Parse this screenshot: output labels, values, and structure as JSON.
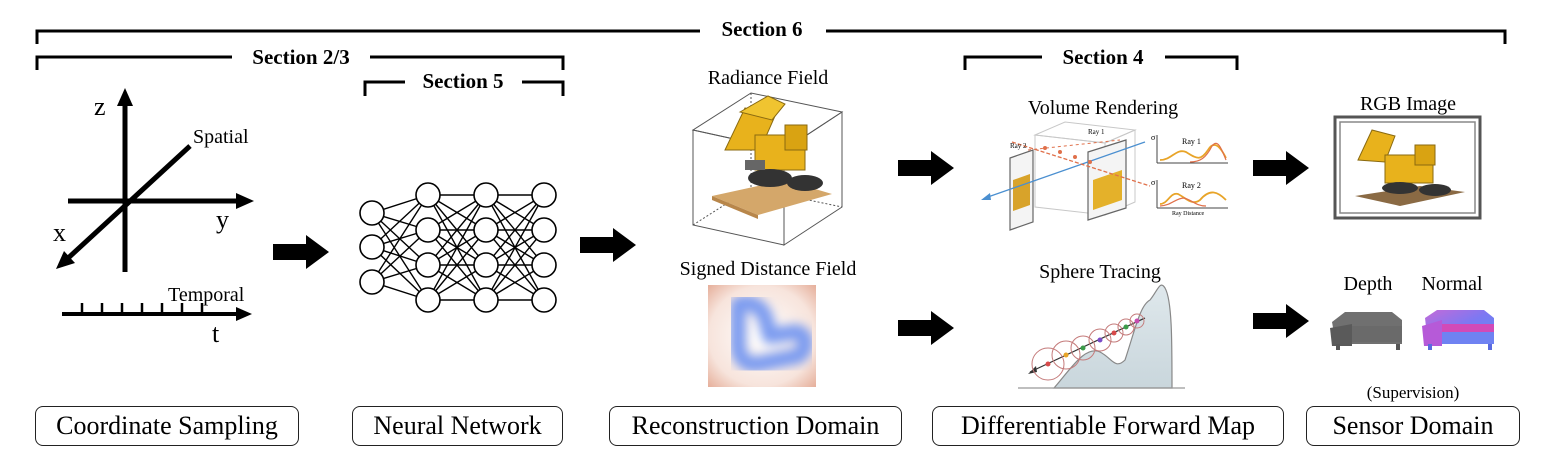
{
  "sections": {
    "s6": "Section 6",
    "s23": "Section 2/3",
    "s5": "Section 5",
    "s4": "Section 4"
  },
  "coordinate": {
    "z": "z",
    "x": "x",
    "y": "y",
    "t": "t",
    "spatial": "Spatial",
    "temporal": "Temporal"
  },
  "reconstruction": {
    "radiance": "Radiance Field",
    "sdf": "Signed Distance Field"
  },
  "forward": {
    "volume": "Volume Rendering",
    "sphere": "Sphere Tracing",
    "ray1": "Ray 1",
    "ray2": "Ray 2",
    "ray2_left": "Ray 2",
    "ray1_top": "Ray 1",
    "ray_distance": "Ray Distance",
    "sigma": "σ"
  },
  "sensor": {
    "rgb": "RGB Image",
    "depth": "Depth",
    "normal": "Normal",
    "supervision": "(Supervision)"
  },
  "stages": [
    "Coordinate Sampling",
    "Neural Network",
    "Reconstruction Domain",
    "Differentiable Forward Map",
    "Sensor Domain"
  ],
  "colors": {
    "lego_yellow": "#e8b21c",
    "sdf_blue": "#7d9cf0",
    "normal_purple": "#7b6cf0",
    "depth_gray": "#6e6e6e"
  }
}
